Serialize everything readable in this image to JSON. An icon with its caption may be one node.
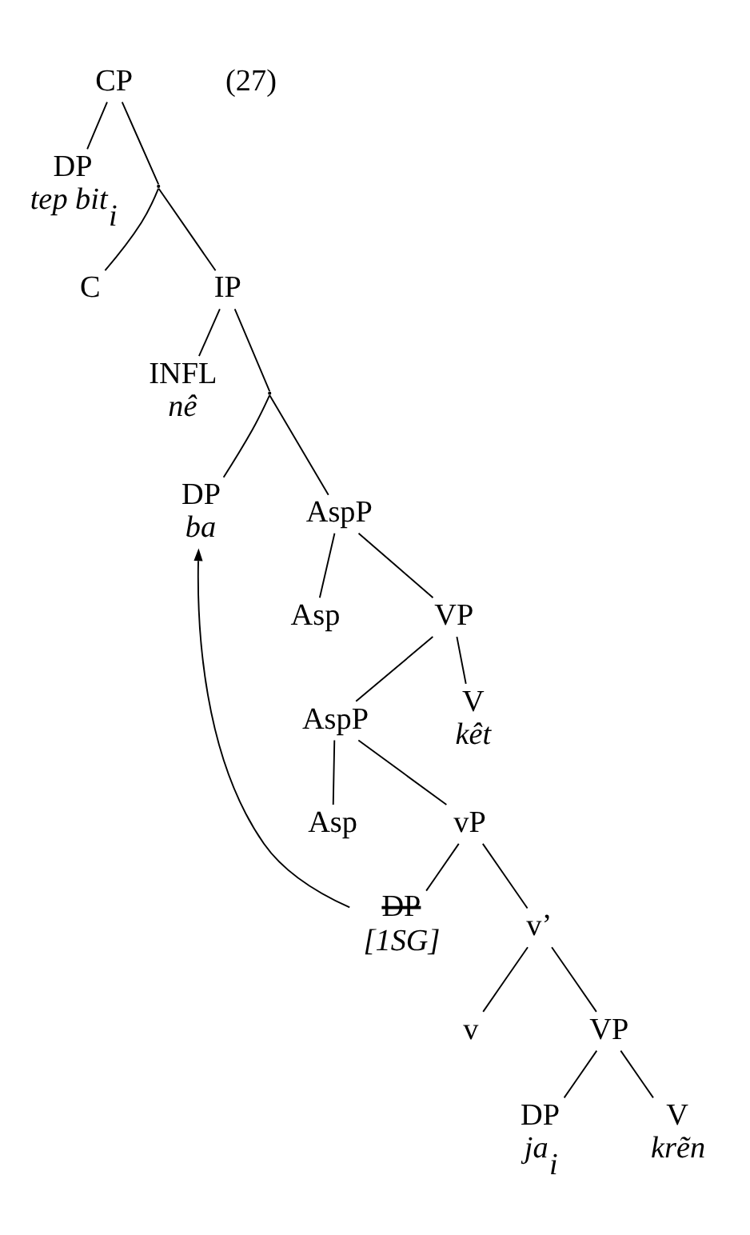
{
  "diagram": {
    "nodes": [
      {
        "text": [
          "CP"
        ]
      },
      {
        "text": [
          "DP",
          "tep bit$_{i}$"
        ]
      },
      {
        "text": [],
        "shape": "point"
      },
      {
        "text": [
          "C"
        ]
      },
      {
        "text": [
          "IP"
        ]
      },
      {
        "text": [
          "INFL",
          "nê"
        ]
      },
      {
        "text": [],
        "shape": "point"
      },
      {
        "text": [
          "DP",
          "ba"
        ]
      },
      {
        "text": [
          "AspP"
        ]
      },
      {
        "text": [
          "Asp"
        ]
      },
      {
        "text": [
          "VP"
        ]
      },
      {
        "text": [
          "AspP"
        ]
      },
      {
        "text": [
          "Asp"
        ]
      },
      {
        "text": [
          "vP"
        ]
      },
      {
        "text": [
          "DP",
          "[1SG]"
        ]
      },
      {
        "text": [
          "v’"
        ]
      },
      {
        "text": [
          "v"
        ]
      },
      {
        "text": [
          "VP"
        ]
      },
      {
        "text": [
          "DP",
          "ja$_{i}$"
        ]
      },
      {
        "text": [
          "V",
          "krẽn"
        ]
      },
      {
        "text": [
          "V",
          "kêt"
        ]
      }
    ],
    "edges": [
      {
        "from": 0,
        "to": 1,
        "arrow": "none"
      },
      {
        "from": 0,
        "to": 2,
        "arrow": "none"
      },
      {
        "from": 2,
        "to": 3,
        "arrow": "none"
      },
      {
        "from": 2,
        "to": 4,
        "arrow": "none"
      },
      {
        "from": 4,
        "to": 5,
        "arrow": "none"
      },
      {
        "from": 4,
        "to": 6,
        "arrow": "none"
      },
      {
        "from": 6,
        "to": 7,
        "arrow": "none"
      },
      {
        "from": 6,
        "to": 8,
        "arrow": "none"
      },
      {
        "from": 8,
        "to": 9,
        "arrow": "none"
      },
      {
        "from": 8,
        "to": 10,
        "arrow": "none"
      },
      {
        "from": 10,
        "to": 11,
        "arrow": "none"
      },
      {
        "from": 10,
        "to": 20,
        "arrow": "none"
      },
      {
        "from": 11,
        "to": 12,
        "arrow": "none"
      },
      {
        "from": 11,
        "to": 13,
        "arrow": "none"
      },
      {
        "from": 13,
        "to": 14,
        "arrow": "none"
      },
      {
        "from": 13,
        "to": 15,
        "arrow": "none"
      },
      {
        "from": 15,
        "to": 16,
        "arrow": "none"
      },
      {
        "from": 15,
        "to": 17,
        "arrow": "none"
      },
      {
        "from": 17,
        "to": 18,
        "arrow": "none"
      },
      {
        "from": 17,
        "to": 19,
        "arrow": "none"
      },
      {
        "from": 14,
        "to": 7,
        "arrow": "to"
      }
    ],
    "labels": [
      "(27)"
    ]
  }
}
